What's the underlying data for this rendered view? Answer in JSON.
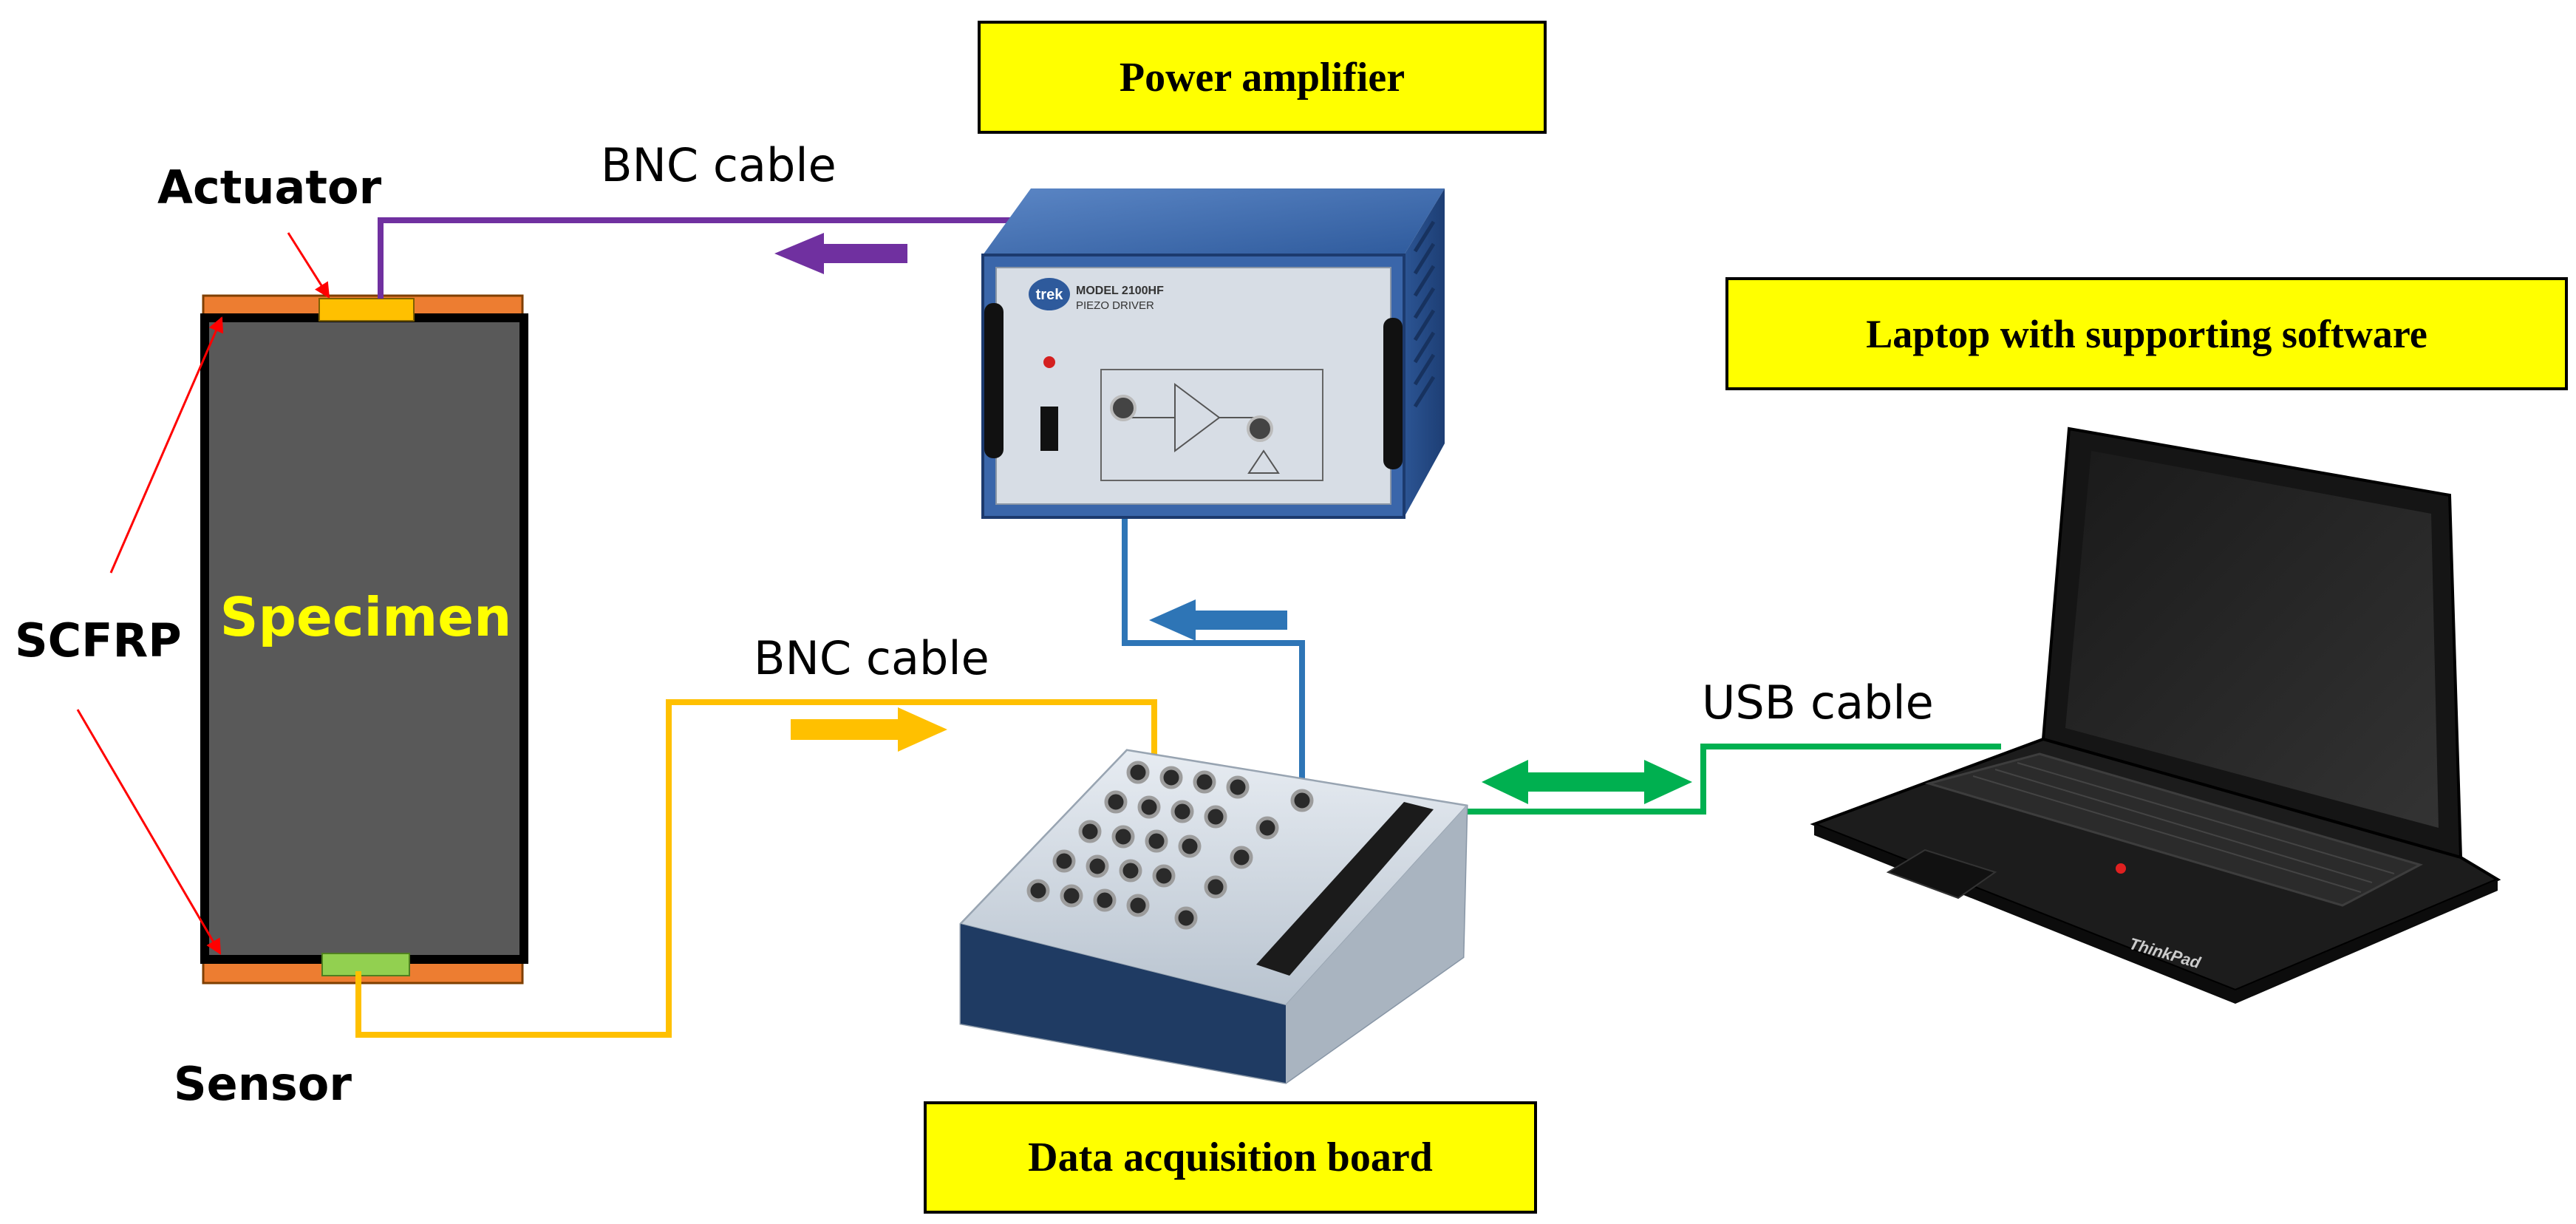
{
  "labels": {
    "power_amplifier": "Power amplifier",
    "laptop": "Laptop with supporting software",
    "daq": "Data acquisition board",
    "bnc_top": "BNC cable",
    "bnc_bottom": "BNC cable",
    "usb": "USB cable",
    "actuator": "Actuator",
    "sensor": "Sensor",
    "scfrp": "SCFRP",
    "specimen": "Specimen"
  },
  "device_text": {
    "amp_brand": "trek",
    "amp_model": "MODEL 2100HF",
    "amp_sub": "PIEZO DRIVER",
    "laptop_brand": "ThinkPad"
  },
  "colors": {
    "label_fill": "#ffff00",
    "purple_cable": "#7030a0",
    "blue_cable": "#2e75b6",
    "yellow_cable": "#ffc000",
    "green_cable": "#00b050",
    "arrow_red": "#ff0000",
    "specimen_fill": "#595959",
    "specimen_text": "#ffff00",
    "scfrp_strip": "#ed7d31",
    "actuator_patch": "#ffc000",
    "sensor_patch": "#92d050"
  }
}
